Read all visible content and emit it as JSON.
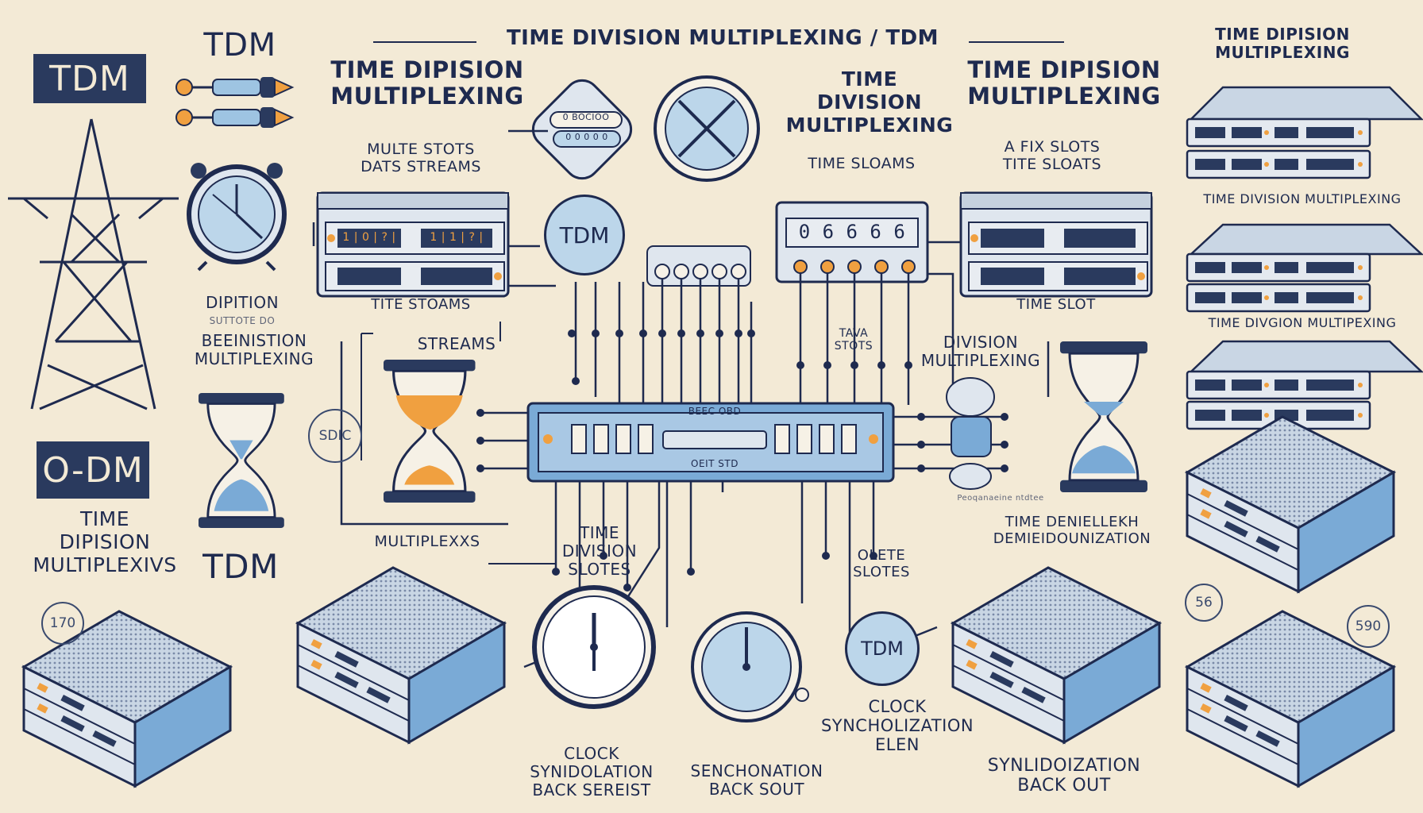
{
  "header": {
    "main_title": "TIME DIVISION MULTIPLEXING / TDM"
  },
  "left": {
    "badge_top": "TDM",
    "badge_bottom": "O-DM",
    "tdm_top": "TDM",
    "tdm_bottom": "TDM",
    "dipition_label": "DIPITION",
    "dipition_sub": "SUTTOTE DO",
    "beeinistion_label": "BEEINISTION\nMULTIPLEXING",
    "time_dipision": "TIME\nDIPISION\nMULTIPLEXIVS",
    "corner_num": "170"
  },
  "center_left": {
    "title": "TIME DIPISION\nMULTIPLEXING",
    "multe_slots": "MULTE STOTS\nDATS STREAMS",
    "tite_stoams": "TITE STOAMS",
    "streams": "STREAMS",
    "sdic": "SDIC",
    "tdm_circle": "TDM",
    "pill_label_1": "0 BOCIOO",
    "pill_label_2": "0 0 0  0 0",
    "multiplexer_label": "MULTIPLEXXS",
    "display_left_1": "1 | 0 | ? |",
    "display_left_2": "1 | 1 | ? |"
  },
  "center": {
    "title": "TIME\nDIVISION\nMULTIPLEXING",
    "time_sloams": "TIME SLOAMS",
    "tava_stots": "TAVA\nSTOTS",
    "mux_label_top": "BEEC OBD",
    "mux_label_bottom": "OEIT STD",
    "time_division_slotes": "TIME\nDIVISION\nSLOTES",
    "olete_slotes": "OLETE\nSLOTES",
    "tdm_circle": "TDM",
    "digits": "0 6 6 6 6",
    "clock_label": "CLOCK\nSYNIDOLATION\nBACK SEREIST",
    "sench_label": "SENCHONATION\nBACK SOUT",
    "clock_sync_label": "CLOCK\nSYNCHOLIZATION\nELEN"
  },
  "center_right": {
    "title": "TIME DIPISION\nMULTIPLEXING",
    "fix_slots": "A FIX SLOTS\nTITE SLOATS",
    "time_slot": "TIME SLOT",
    "division_multiplexing": "DIVISION\nMULTIPLEXING",
    "time_demux": "TIME  DENIELLEKH\nDEMIEIDOUNIZATION",
    "sync_backout": "SYNLIDOIZATION\nBACK OUT",
    "small_text": "Peoqanaeine ntdtee"
  },
  "right": {
    "title": "TIME DIPISION\nMULTIPLEXING",
    "tdm_mux_1": "TIME DIVISION MULTIPLEXING",
    "tdm_mux_2": "TIME DIVGION MULTIPEXING",
    "num_56": "56",
    "num_590": "590"
  },
  "colors": {
    "background": "#f3ead6",
    "navy": "#1e2a4f",
    "light_blue": "#bcd6ea",
    "mid_blue": "#7aaad6",
    "orange": "#f0a040",
    "hardware": "#dfe6ee"
  }
}
